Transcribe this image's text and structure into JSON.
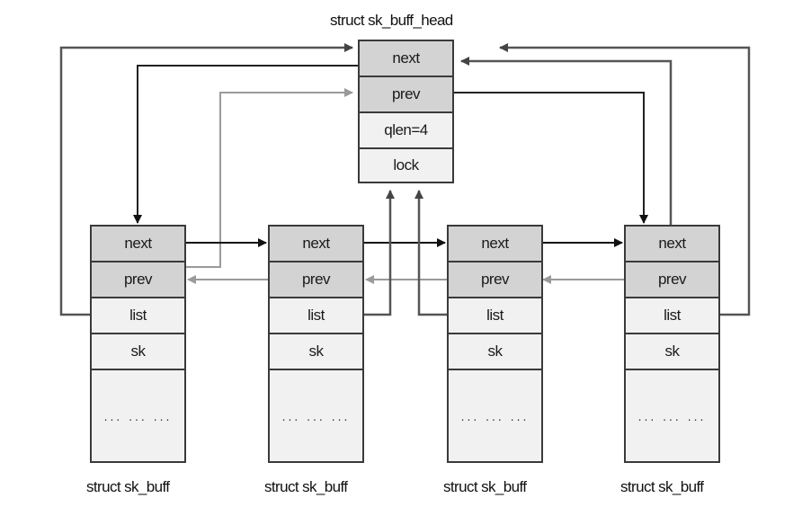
{
  "diagram": {
    "head": {
      "title": "struct sk_buff_head",
      "fields": [
        {
          "label": "next",
          "shade": "dark"
        },
        {
          "label": "prev",
          "shade": "dark"
        },
        {
          "label": "qlen=4",
          "shade": "light"
        },
        {
          "label": "lock",
          "shade": "light"
        }
      ]
    },
    "nodes": [
      {
        "title": "struct sk_buff",
        "fields": [
          "next",
          "prev",
          "list",
          "sk",
          "... ... ..."
        ]
      },
      {
        "title": "struct sk_buff",
        "fields": [
          "next",
          "prev",
          "list",
          "sk",
          "... ... ..."
        ]
      },
      {
        "title": "struct sk_buff",
        "fields": [
          "next",
          "prev",
          "list",
          "sk",
          "... ... ..."
        ]
      },
      {
        "title": "struct sk_buff",
        "fields": [
          "next",
          "prev",
          "list",
          "sk",
          "... ... ..."
        ]
      }
    ],
    "colors": {
      "next_arrow": "#111111",
      "prev_arrow": "#9a9a9a",
      "list_arrow": "#555555",
      "dark_cell": "#d3d3d3",
      "light_cell": "#f1f1f1"
    }
  }
}
